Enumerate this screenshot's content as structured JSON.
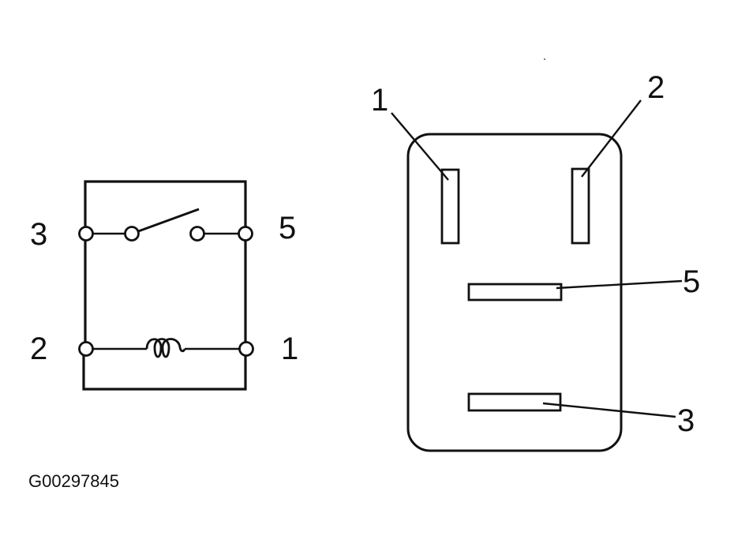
{
  "schematic": {
    "labels": {
      "pin3": "3",
      "pin5": "5",
      "pin2": "2",
      "pin1": "1"
    }
  },
  "connector": {
    "labels": {
      "pin1": "1",
      "pin2": "2",
      "pin5": "5",
      "pin3": "3"
    }
  },
  "figure_id": "G00297845",
  "colors": {
    "ink": "#111111",
    "background": "#ffffff"
  }
}
